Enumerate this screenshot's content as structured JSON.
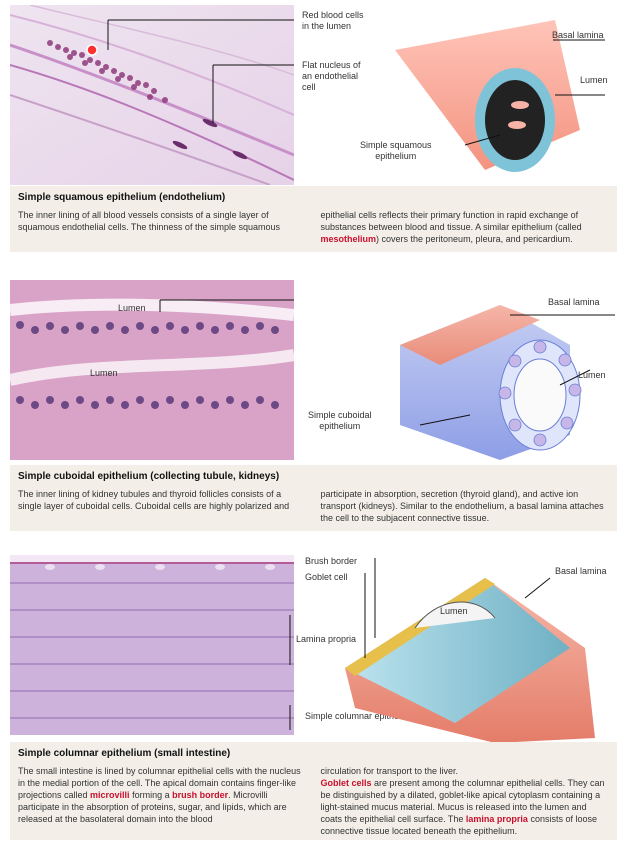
{
  "panel1": {
    "labels": {
      "rbc": "Red blood cells\nin the lumen",
      "flat_nucleus": "Flat nucleus of\nan endothelial\ncell",
      "basal_lamina": "Basal lamina",
      "lumen": "Lumen",
      "epithelium": "Simple squamous\nepithelium"
    },
    "caption": {
      "title": "Simple squamous epithelium (endothelium)",
      "col1": "The inner lining of all blood vessels consists of a single layer of squamous endothelial cells. The thinness of the simple squamous",
      "col2_pre": "epithelial cells reflects their primary function in rapid exchange of substances between blood and tissue. A similar epithelium (called ",
      "col2_red": "mesothelium",
      "col2_post": ") covers the peritoneum, pleura, and pericardium."
    }
  },
  "panel2": {
    "labels": {
      "lumen_a": "Lumen",
      "lumen_b": "Lumen",
      "basal_lamina": "Basal lamina",
      "lumen_diagram": "Lumen",
      "epithelium": "Simple cuboidal\nepithelium"
    },
    "caption": {
      "title": "Simple cuboidal epithelium (collecting tubule, kidneys)",
      "col1": "The inner lining of kidney tubules and thyroid follicles consists of a single layer of cuboidal cells. Cuboidal cells are highly polarized and",
      "col2": "participate in absorption, secretion (thyroid gland), and active ion transport (kidneys). Similar to the endothelium, a basal lamina attaches the cell to the subjacent connective tissue."
    }
  },
  "panel3": {
    "labels": {
      "brush_border": "Brush border",
      "goblet_cell": "Goblet cell",
      "lamina_propria": "Lamina propria",
      "epithelium": "Simple columnar epithelium",
      "lumen": "Lumen",
      "basal_lamina": "Basal lamina"
    },
    "caption": {
      "title": "Simple columnar epithelium (small intestine)",
      "col1_a": "The small intestine is lined by columnar epithelial cells with the nucleus in the medial portion of the cell. The apical domain contains finger-like projections called ",
      "col1_red1": "microvilli",
      "col1_b": " forming a ",
      "col1_red2": "brush border",
      "col1_c": ". Microvilli participate in the absorption of proteins, sugar, and lipids, which are released at the basolateral domain into the blood",
      "col2_a": "circulation for transport to the liver.",
      "col2_red1": "Goblet cells",
      "col2_b": " are present among the columnar epithelial cells. They can be distinguished by a dilated, goblet-like apical cytoplasm containing a light-stained mucus material. Mucus is released into the lumen and coats the epithelial cell surface. The ",
      "col2_red2": "lamina propria",
      "col2_c": " consists of loose connective tissue located beneath the epithelium."
    }
  }
}
